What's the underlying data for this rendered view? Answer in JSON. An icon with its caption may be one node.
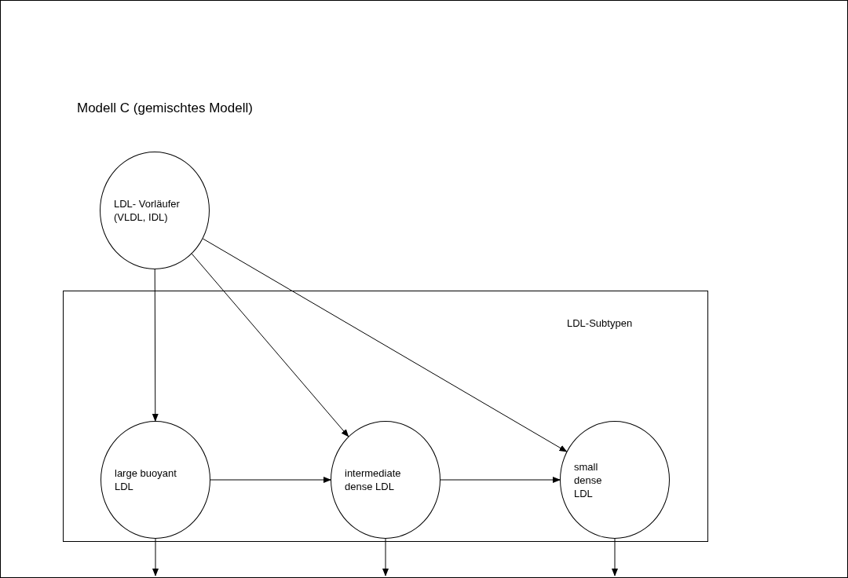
{
  "diagram": {
    "title": "Modell C (gemischtes Modell)",
    "nodes": [
      {
        "text": [
          "LDL- Vorläufer (VLDL, IDL)"
        ]
      },
      {
        "text": [
          "LDL-Subtypen"
        ]
      },
      {
        "text": [
          "large buoyant LDL"
        ],
        "in": 1
      },
      {
        "text": [
          "intermediate dense LDL"
        ],
        "in": 1
      },
      {
        "text": [
          "small dense LDL"
        ],
        "in": 1
      }
    ],
    "edges": [
      {
        "from": 0,
        "to": 2,
        "arrow": "to"
      },
      {
        "from": 0,
        "to": 3,
        "arrow": "to"
      },
      {
        "from": 0,
        "to": 4,
        "arrow": "to"
      },
      {
        "from": 2,
        "to": 3,
        "arrow": "to"
      },
      {
        "from": 3,
        "to": 4,
        "arrow": "to"
      },
      {
        "from": 2,
        "to": null,
        "arrow": "to"
      },
      {
        "from": 3,
        "to": null,
        "arrow": "to"
      },
      {
        "from": 4,
        "to": null,
        "arrow": "to"
      }
    ]
  }
}
